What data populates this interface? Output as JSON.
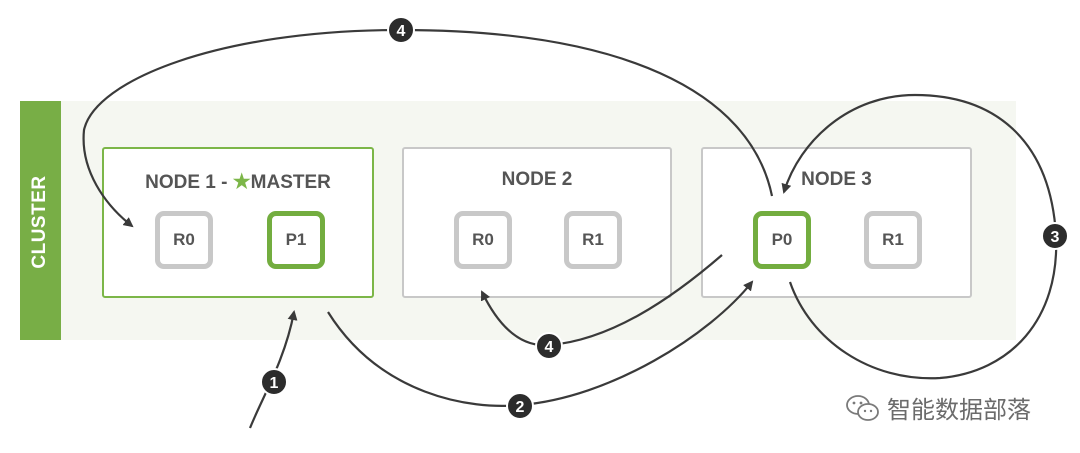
{
  "cluster": {
    "label": "CLUSTER"
  },
  "nodes": [
    {
      "title_prefix": "NODE 1 -",
      "master_label": "MASTER",
      "shards": [
        "R0",
        "P1"
      ]
    },
    {
      "title": "NODE 2",
      "shards": [
        "R0",
        "R1"
      ]
    },
    {
      "title": "NODE 3",
      "shards": [
        "P0",
        "R1"
      ]
    }
  ],
  "steps": [
    "1",
    "2",
    "3",
    "4",
    "4"
  ],
  "colors": {
    "accent_green": "#78ae46",
    "gray_border": "#c8c8c8",
    "arrow": "#3a3a3a",
    "background": "#f5f7f1"
  },
  "watermark": {
    "text": "智能数据部落",
    "icon": "wechat-icon"
  }
}
